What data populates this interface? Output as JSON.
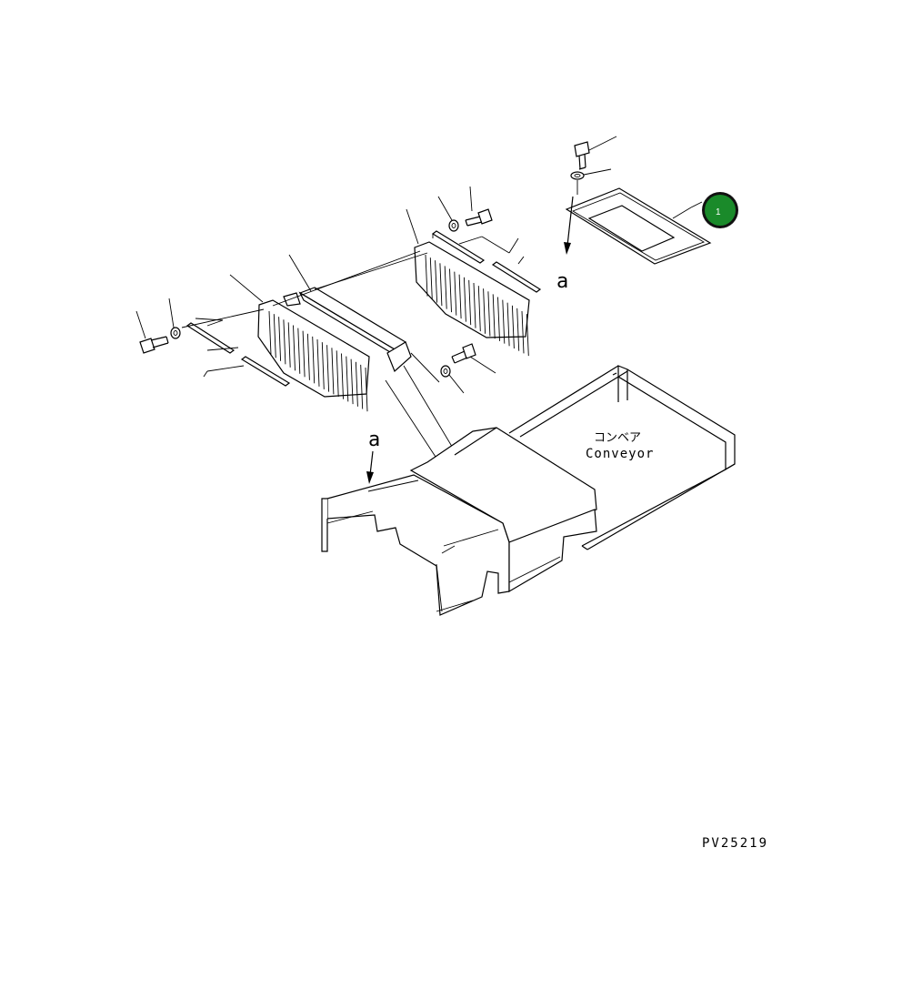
{
  "diagram": {
    "conveyor_label_jp": "コンベア",
    "conveyor_label_en": "Conveyor",
    "view_marker_top": "a",
    "view_marker_bottom": "a",
    "callout_number": "1",
    "callout_color": "#1a8a2a",
    "drawing_code": "PV25219"
  }
}
